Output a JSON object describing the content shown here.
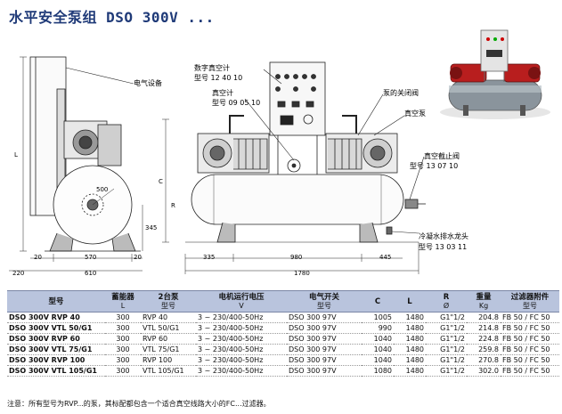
{
  "header": {
    "title_cn": "水平安全泵组",
    "title_model": "DSO 300V ..."
  },
  "callouts": {
    "electrical": "电气设备",
    "digital_vacuum_gauge": "数字真空计",
    "digital_vacuum_gauge_model": "型号 12 40 10",
    "vacuum_gauge": "真空计",
    "vacuum_gauge_model": "型号 09 05 10",
    "pump_shutoff_valve": "泵的关闭阀",
    "vacuum_pump": "真空泵",
    "vacuum_shutoff_valve": "真空截止阀",
    "vacuum_shutoff_valve_model": "型号 13 07 10",
    "condensate_drain": "冷凝水排水龙头",
    "condensate_drain_model": "型号 13 03 11"
  },
  "dimensions": {
    "L": "L",
    "C": "C",
    "R": "R",
    "d500": "500",
    "d345": "345",
    "d20a": "20",
    "d570": "570",
    "d20b": "20",
    "d220": "220",
    "d610": "610",
    "d335": "335",
    "d980": "980",
    "d445": "445",
    "d1780": "1780"
  },
  "table": {
    "headers": [
      {
        "main": "型号",
        "sub": ""
      },
      {
        "main": "蓄能器",
        "sub": "L"
      },
      {
        "main": "2台泵",
        "sub": "型号"
      },
      {
        "main": "电机运行电压",
        "sub": "V"
      },
      {
        "main": "电气开关",
        "sub": "型号"
      },
      {
        "main": "C",
        "sub": ""
      },
      {
        "main": "L",
        "sub": ""
      },
      {
        "main": "R",
        "sub": "Ø"
      },
      {
        "main": "重量",
        "sub": "Kg"
      },
      {
        "main": "过滤器附件",
        "sub": "型号"
      }
    ],
    "rows": [
      {
        "model": "DSO 300V RVP 40",
        "tank": "300",
        "pumps": "RVP 40",
        "voltage": "3 ~ 230/400-50Hz",
        "switch": "DSO 300 97V",
        "c": "1005",
        "l": "1480",
        "r": "G1\"1/2",
        "weight": "204.8",
        "filter": "FB 50 / FC 50"
      },
      {
        "model": "DSO 300V VTL 50/G1",
        "tank": "300",
        "pumps": "VTL 50/G1",
        "voltage": "3 ~ 230/400-50Hz",
        "switch": "DSO 300 97V",
        "c": "990",
        "l": "1480",
        "r": "G1\"1/2",
        "weight": "214.8",
        "filter": "FB 50 / FC 50"
      },
      {
        "model": "DSO 300V RVP 60",
        "tank": "300",
        "pumps": "RVP 60",
        "voltage": "3 ~ 230/400-50Hz",
        "switch": "DSO 300 97V",
        "c": "1040",
        "l": "1480",
        "r": "G1\"1/2",
        "weight": "224.8",
        "filter": "FB 50 / FC 50"
      },
      {
        "model": "DSO 300V VTL 75/G1",
        "tank": "300",
        "pumps": "VTL 75/G1",
        "voltage": "3 ~ 230/400-50Hz",
        "switch": "DSO 300 97V",
        "c": "1040",
        "l": "1480",
        "r": "G1\"1/2",
        "weight": "259.8",
        "filter": "FB 50 / FC 50"
      },
      {
        "model": "DSO 300V RVP 100",
        "tank": "300",
        "pumps": "RVP 100",
        "voltage": "3 ~ 230/400-50Hz",
        "switch": "DSO 300 97V",
        "c": "1040",
        "l": "1480",
        "r": "G1\"1/2",
        "weight": "270.8",
        "filter": "FB 50 / FC 50"
      },
      {
        "model": "DSO 300V VTL 105/G1",
        "tank": "300",
        "pumps": "VTL 105/G1",
        "voltage": "3 ~ 230/400-50Hz",
        "switch": "DSO 300 97V",
        "c": "1080",
        "l": "1480",
        "r": "G1\"1/2",
        "weight": "302.0",
        "filter": "FB 50 / FC 50"
      }
    ]
  },
  "footer": {
    "note": "注意：所有型号为RVP...的泵，其标配都包含一个适合真空线路大小的FC...过滤器。"
  }
}
